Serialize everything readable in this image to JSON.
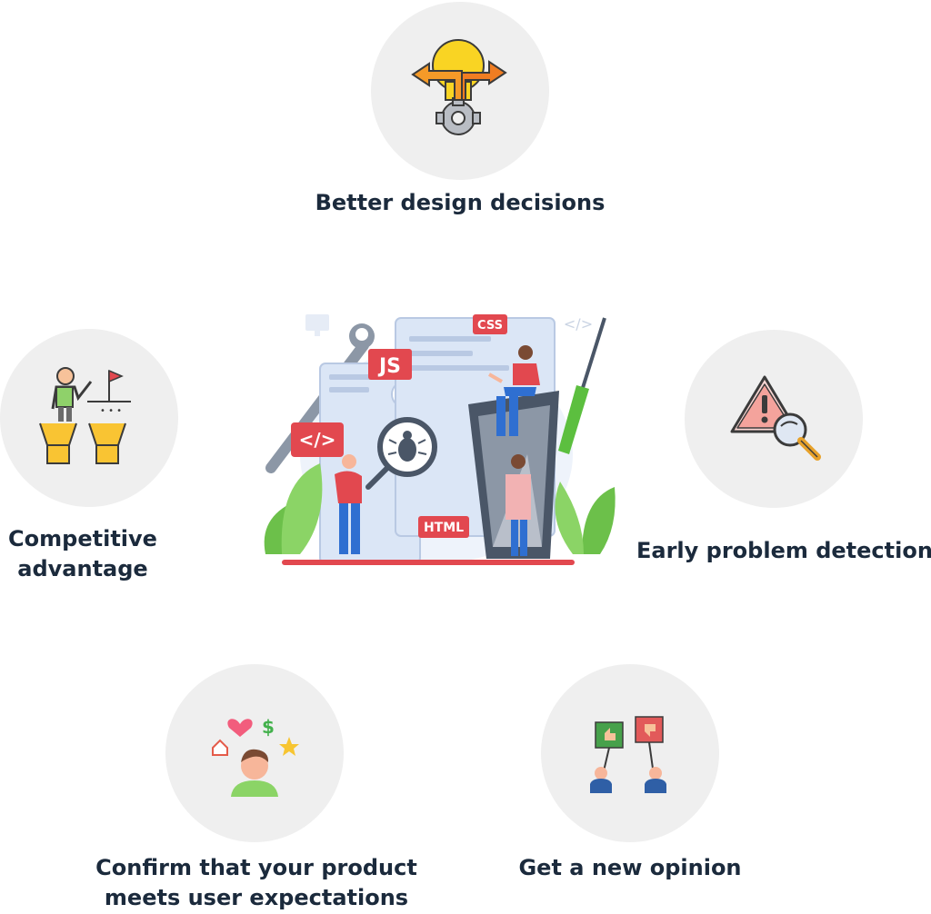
{
  "benefits": {
    "top": {
      "label": "Better design decisions",
      "icon": "lightbulb-gear-icon"
    },
    "left": {
      "label_line1": "Competitive",
      "label_line2": "advantage",
      "icon": "team-leader-flag-icon"
    },
    "right": {
      "label": "Early problem detection",
      "icon": "warning-magnifier-icon"
    },
    "bottom_left": {
      "label_line1": "Confirm that your product",
      "label_line2": "meets user expectations",
      "icon": "user-expectations-icon"
    },
    "bottom_right": {
      "label": "Get a new opinion",
      "icon": "opinion-signs-icon"
    }
  },
  "illustration": {
    "tags": {
      "js": "JS",
      "css": "CSS",
      "html": "HTML",
      "code": "</>",
      "code_light": "</>"
    },
    "icon": "software-testing-illustration"
  },
  "colors": {
    "circle_bg": "#efefef",
    "text": "#1b2a3c",
    "accent_red": "#e2484f",
    "accent_green": "#6cc04a",
    "accent_orange": "#f07d22"
  }
}
